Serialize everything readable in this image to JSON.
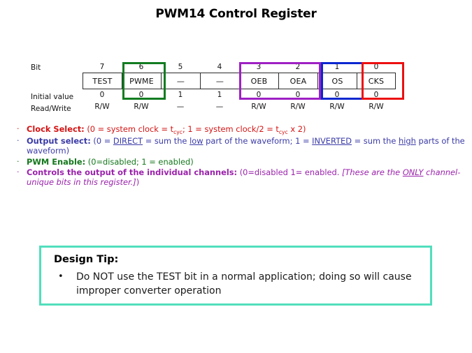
{
  "slide": {
    "title": "PWM14 Control Register"
  },
  "register": {
    "row_labels": {
      "bit": "Bit",
      "initial_value": "Initial value",
      "read_write": "Read/Write"
    },
    "columns": [
      {
        "bit": "7",
        "name": "TEST",
        "initial": "0",
        "rw": "R/W"
      },
      {
        "bit": "6",
        "name": "PWME",
        "initial": "0",
        "rw": "R/W"
      },
      {
        "bit": "5",
        "name": "—",
        "initial": "1",
        "rw": "—"
      },
      {
        "bit": "4",
        "name": "—",
        "initial": "1",
        "rw": "—"
      },
      {
        "bit": "3",
        "name": "OEB",
        "initial": "0",
        "rw": "R/W"
      },
      {
        "bit": "2",
        "name": "OEA",
        "initial": "0",
        "rw": "R/W"
      },
      {
        "bit": "1",
        "name": "OS",
        "initial": "0",
        "rw": "R/W"
      },
      {
        "bit": "0",
        "name": "CKS",
        "initial": "0",
        "rw": "R/W"
      }
    ],
    "highlights": [
      {
        "name": "pwme-highlight",
        "color": "#127C21",
        "covers": [
          "6"
        ]
      },
      {
        "name": "output-enable-highlight",
        "color": "#9E20C4",
        "covers": [
          "3",
          "2"
        ]
      },
      {
        "name": "output-select-highlight",
        "color": "#0B27CF",
        "covers": [
          "1"
        ]
      },
      {
        "name": "clock-select-highlight",
        "color": "#EC1010",
        "covers": [
          "0"
        ]
      }
    ]
  },
  "bullets": {
    "bullet_marker": "·",
    "items": [
      {
        "id": "clock-select",
        "color": "#D41414",
        "label": "Clock Select:",
        "text_before": " (0 = system clock = t",
        "sub1": "cyc",
        "text_mid": "; 1 = system clock/2 = t",
        "sub2": "cyc",
        "text_after": " x 2)"
      },
      {
        "id": "output-select",
        "color": "#3B3BA8",
        "label": "Output select:",
        "seg1": " (0 = ",
        "underline1": "DIRECT",
        "seg2": "  = sum  the ",
        "underline2": "low",
        "seg3": " part of the waveform;  1 = ",
        "underline3": "INVERTED",
        "seg4": "  = sum the ",
        "underline4": "high",
        "seg5": " parts of the waveform)"
      },
      {
        "id": "pwm-enable",
        "color": "#15781D",
        "label": "PWM Enable:",
        "text": " (0=disabled;  1 = enabled)"
      },
      {
        "id": "channel-controls",
        "color": "#9B23AC",
        "label": "Controls the output of the individual  channels:",
        "seg1": " (0=disabled  1= enabled. ",
        "italic1": "[These are the ",
        "italic_underline": "ONLY",
        "italic2": " channel-unique  bits in this register.]",
        "seg_end": ")"
      }
    ]
  },
  "design_tip": {
    "border_color": "#52DEBD",
    "title": "Design Tip:",
    "bullet_marker": "•",
    "item": "Do NOT use the TEST bit in a normal application; doing so will cause improper converter operation"
  }
}
